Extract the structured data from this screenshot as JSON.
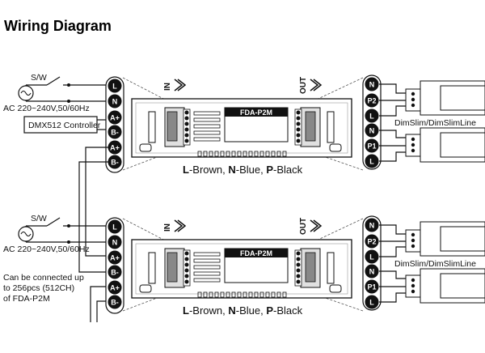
{
  "title": "Wiring Diagram",
  "units": [
    {
      "switch_label": "S/W",
      "ac_label": "AC 220~240V,50/60Hz",
      "controller_label": "DMX512 Controller",
      "input_terminals": [
        "L",
        "N",
        "A+",
        "B-",
        "A+",
        "B-"
      ],
      "output_terminals": [
        "N",
        "P2",
        "L",
        "N",
        "P1",
        "L"
      ],
      "model": "FDA-P2M",
      "in_label": "IN",
      "out_label": "OUT",
      "lamp_label": "DimSlim/DimSlimLine",
      "legend": {
        "l": "L",
        "l_text": "-Brown, ",
        "n": "N",
        "n_text": "-Blue, ",
        "p": "P",
        "p_text": "-Black"
      }
    },
    {
      "switch_label": "S/W",
      "ac_label": "AC 220~240V,50/60Hz",
      "note_lines": [
        "Can be connected up",
        "to 256pcs (512CH)",
        "of FDA-P2M"
      ],
      "input_terminals": [
        "L",
        "N",
        "A+",
        "B-",
        "A+",
        "B-"
      ],
      "output_terminals": [
        "N",
        "P2",
        "L",
        "N",
        "P1",
        "L"
      ],
      "model": "FDA-P2M",
      "in_label": "IN",
      "out_label": "OUT",
      "lamp_label": "DimSlim/DimSlimLine",
      "legend": {
        "l": "L",
        "l_text": "-Brown, ",
        "n": "N",
        "n_text": "-Blue, ",
        "p": "P",
        "p_text": "-Black"
      }
    }
  ],
  "colors": {
    "terminal": "#111111",
    "wire": "#111111",
    "panel": "#111111"
  }
}
